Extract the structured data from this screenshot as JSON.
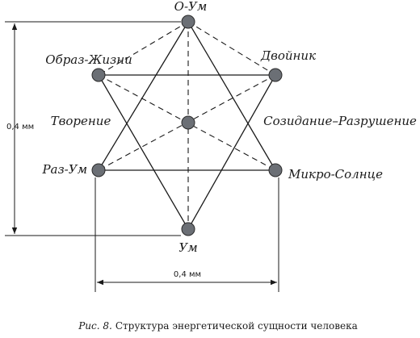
{
  "diagram": {
    "nodes": {
      "top": "О-Ум",
      "upper_left": "Образ-Жизни",
      "upper_right": "Двойник",
      "lower_left": "Раз-Ум",
      "lower_right": "Микро-Солнце",
      "bottom": "Ум"
    },
    "edge_labels": {
      "left": "Творение",
      "right": "Созидание–Разрушение"
    },
    "dimensions": {
      "vertical": "0,4 мм",
      "horizontal": "0,4 мм"
    },
    "colors": {
      "node_fill": "#6b6f75",
      "line": "#1a1a1a"
    }
  },
  "caption": {
    "prefix": "Рис. 8.",
    "text": "Структура энергетической сущности человека"
  }
}
